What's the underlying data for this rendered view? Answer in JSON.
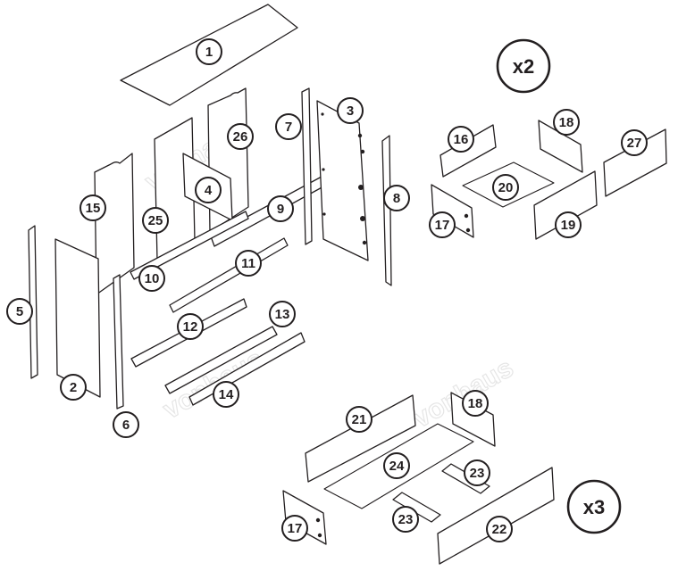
{
  "multipliers": {
    "top_group": "x2",
    "bottom_group": "x3"
  },
  "watermark": "vonhaus",
  "callouts": [
    "1",
    "2",
    "3",
    "4",
    "5",
    "6",
    "7",
    "8",
    "9",
    "10",
    "11",
    "12",
    "13",
    "14",
    "15",
    "16",
    "17",
    "18",
    "19",
    "20",
    "21",
    "22",
    "23",
    "24",
    "25",
    "26",
    "27"
  ],
  "callout_instances": [
    {
      "label": "1"
    },
    {
      "label": "26"
    },
    {
      "label": "25"
    },
    {
      "label": "15"
    },
    {
      "label": "4"
    },
    {
      "label": "7"
    },
    {
      "label": "3"
    },
    {
      "label": "9"
    },
    {
      "label": "8"
    },
    {
      "label": "5"
    },
    {
      "label": "2"
    },
    {
      "label": "6"
    },
    {
      "label": "10"
    },
    {
      "label": "11"
    },
    {
      "label": "12"
    },
    {
      "label": "13"
    },
    {
      "label": "14"
    },
    {
      "label": "16"
    },
    {
      "label": "18"
    },
    {
      "label": "27"
    },
    {
      "label": "20"
    },
    {
      "label": "17"
    },
    {
      "label": "19"
    },
    {
      "label": "21"
    },
    {
      "label": "18"
    },
    {
      "label": "24"
    },
    {
      "label": "23"
    },
    {
      "label": "23"
    },
    {
      "label": "17"
    },
    {
      "label": "22"
    }
  ]
}
